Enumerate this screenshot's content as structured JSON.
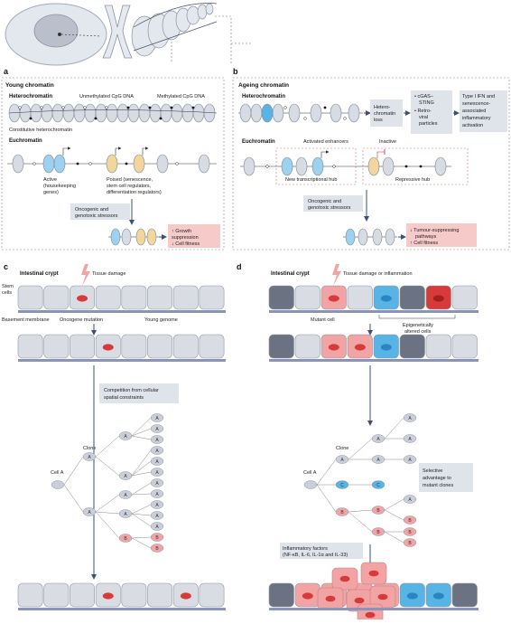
{
  "panel_labels": {
    "a": "a",
    "b": "b",
    "c": "c",
    "d": "d"
  },
  "panel_a": {
    "title": "Young chromatin",
    "heterochromatin": "Heterochromatin",
    "unmethylated": "Unmethylated CpG DNA",
    "methylated": "Methylated CpG DNA",
    "constitutive": "Constitutive heterochromatin",
    "euchromatin": "Euchromatin",
    "active_1": "Active",
    "active_2": "(housekeeping",
    "active_3": "genes)",
    "poised_1": "Poised (senescence,",
    "poised_2": "stem cell regulators,",
    "poised_3": "differentiation regulators)",
    "stress_1": "Oncogenic and",
    "stress_2": "genotoxic stressors",
    "out_1": "↑ Growth",
    "out_2": "suppression",
    "out_3": "↓ Cell fitness"
  },
  "panel_b": {
    "title": "Ageing chromatin",
    "heterochromatin": "Heterochromatin",
    "loss_1": "Hetero-",
    "loss_2": "chromatin",
    "loss_3": "loss",
    "mid_1": "• cGAS–",
    "mid_2": "STING",
    "mid_3": "• Retro-",
    "mid_4": "viral",
    "mid_5": "particles",
    "ifn_1": "Type I IFN and",
    "ifn_2": "senescence-",
    "ifn_3": "associated",
    "ifn_4": "inflammatory",
    "ifn_5": "activation",
    "euchromatin": "Euchromatin",
    "activated": "Activated enhancers",
    "inactive": "Inactive",
    "new_hub": "New transcriptional hub",
    "repressive": "Repressive hub",
    "stress_1": "Oncogenic and",
    "stress_2": "genotoxic stressors",
    "out_1": "↓ Tumour-suppressing",
    "out_2": "pathways",
    "out_3": "↑ Cell fitness"
  },
  "panel_c": {
    "crypt": "Intestinal crypt",
    "damage": "Tissue damage",
    "stem_1": "Stem",
    "stem_2": "cells",
    "basement": "Basement membrane",
    "oncogene": "Oncogene mutation",
    "young": "Young genome",
    "competition_1": "Competition from cellular",
    "competition_2": "spatial constraints",
    "clone": "Clone",
    "cell_a": "Cell A"
  },
  "panel_d": {
    "crypt": "Intestinal crypt",
    "damage": "Tissue damage or inflammation",
    "mutant": "Mutant cell",
    "epi_1": "Epigenetically",
    "epi_2": "altered cells",
    "clone": "Clone",
    "cell_a": "Cell A",
    "selective_1": "Selective",
    "selective_2": "advantage to",
    "selective_3": "mutant clones",
    "inflam_1": "Inflammatory factors",
    "inflam_2": "(NF-κB, IL-6, IL-1α and IL-33)"
  },
  "tree_c": {
    "l1": [
      "A",
      "A"
    ],
    "l2": [
      "A",
      "A",
      "A",
      "A",
      "B"
    ],
    "l3": [
      "A",
      "A",
      "A",
      "A",
      "A",
      "A",
      "A",
      "A",
      "A",
      "A",
      "A",
      "B",
      "B"
    ]
  },
  "tree_d": {
    "l1": [
      "A",
      "C",
      "B"
    ],
    "l2": [
      "A",
      "A",
      "C",
      "B",
      "B"
    ],
    "l3": [
      "A",
      "A",
      "A",
      "A",
      "B",
      "B",
      "B"
    ]
  },
  "colors": {
    "grey_cell": "#d9dde3",
    "red_cell": "#f2a4a4",
    "nucleus_red": "#d63a3a",
    "blue_cell": "#58b4e4",
    "dark_cell": "#6b7383",
    "box_grey": "#dfe3ea",
    "box_pink": "#f7caca",
    "arrow_blue": "#3a4f7a"
  }
}
